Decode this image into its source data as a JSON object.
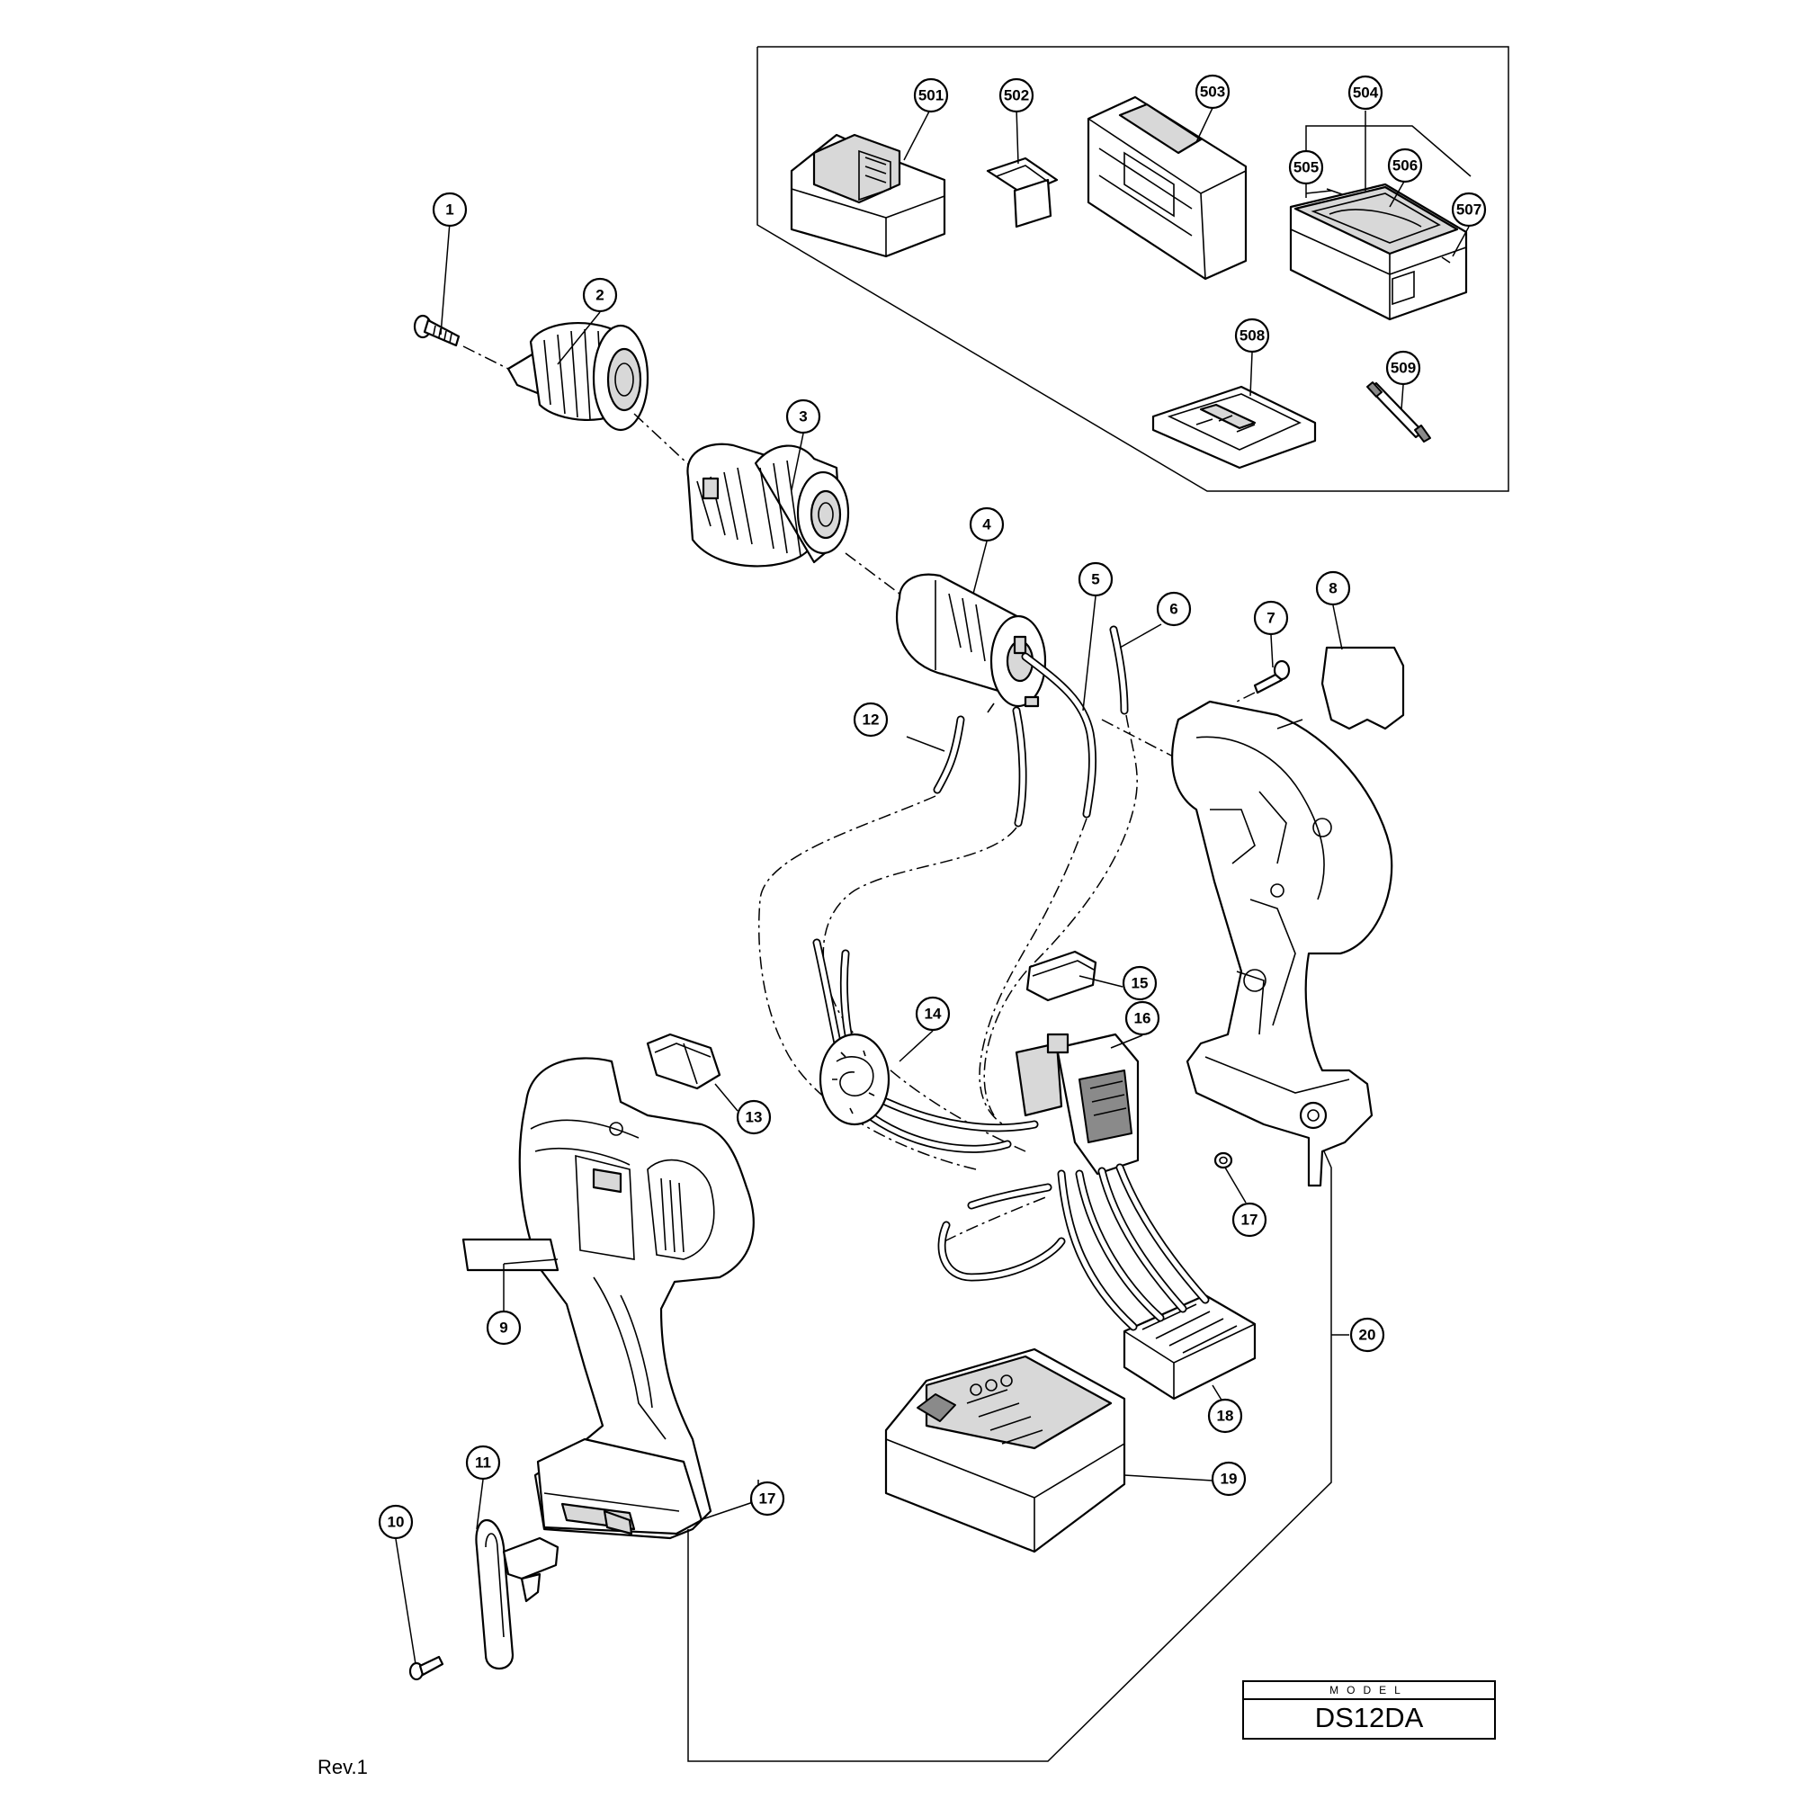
{
  "model_box": {
    "label": "MODEL",
    "name": "DS12DA"
  },
  "revision": "Rev.1",
  "callouts": [
    {
      "id": "1",
      "label": "1"
    },
    {
      "id": "2",
      "label": "2"
    },
    {
      "id": "3",
      "label": "3"
    },
    {
      "id": "4",
      "label": "4"
    },
    {
      "id": "5",
      "label": "5"
    },
    {
      "id": "6",
      "label": "6"
    },
    {
      "id": "7",
      "label": "7"
    },
    {
      "id": "8",
      "label": "8"
    },
    {
      "id": "9",
      "label": "9"
    },
    {
      "id": "10",
      "label": "10"
    },
    {
      "id": "11",
      "label": "11"
    },
    {
      "id": "12",
      "label": "12"
    },
    {
      "id": "13",
      "label": "13"
    },
    {
      "id": "14",
      "label": "14"
    },
    {
      "id": "15",
      "label": "15"
    },
    {
      "id": "16",
      "label": "16"
    },
    {
      "id": "17a",
      "label": "17"
    },
    {
      "id": "17b",
      "label": "17"
    },
    {
      "id": "18",
      "label": "18"
    },
    {
      "id": "19",
      "label": "19"
    },
    {
      "id": "20",
      "label": "20"
    },
    {
      "id": "501",
      "label": "501"
    },
    {
      "id": "502",
      "label": "502"
    },
    {
      "id": "503",
      "label": "503"
    },
    {
      "id": "504",
      "label": "504"
    },
    {
      "id": "505",
      "label": "505"
    },
    {
      "id": "506",
      "label": "506"
    },
    {
      "id": "507",
      "label": "507"
    },
    {
      "id": "508",
      "label": "508"
    },
    {
      "id": "509",
      "label": "509"
    }
  ]
}
